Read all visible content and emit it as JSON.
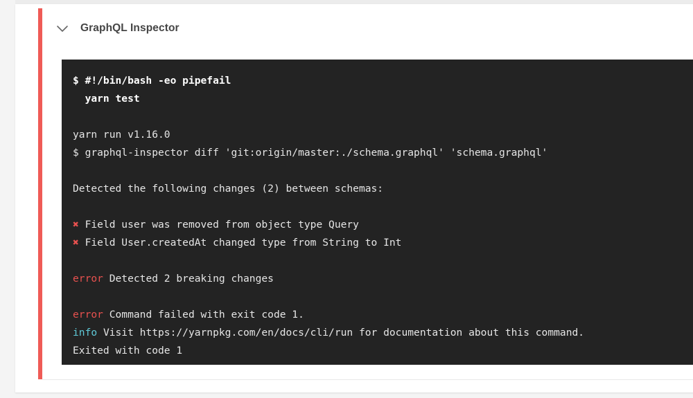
{
  "page": {
    "background_color": "#f4f4f4",
    "card_background": "#ffffff",
    "accent_color": "#ef5b56"
  },
  "header": {
    "toggle_icon": "chevron-down-icon",
    "title": "GraphQL Inspector"
  },
  "terminal": {
    "background_color": "#232323",
    "text_color": "#e6e6e6",
    "error_color": "#e8514f",
    "info_color": "#5fc9d8",
    "lines": [
      {
        "type": "command",
        "text": "$ #!/bin/bash -eo pipefail"
      },
      {
        "type": "command",
        "text": "  yarn test"
      },
      {
        "type": "blank",
        "text": ""
      },
      {
        "type": "plain",
        "text": "yarn run v1.16.0"
      },
      {
        "type": "plain",
        "text": "$ graphql-inspector diff 'git:origin/master:./schema.graphql' 'schema.graphql'"
      },
      {
        "type": "blank",
        "text": ""
      },
      {
        "type": "plain",
        "text": "Detected the following changes (2) between schemas:"
      },
      {
        "type": "blank",
        "text": ""
      },
      {
        "type": "change",
        "marker": "✖",
        "text": " Field user was removed from object type Query"
      },
      {
        "type": "change",
        "marker": "✖",
        "text": " Field User.createdAt changed type from String to Int"
      },
      {
        "type": "blank",
        "text": ""
      },
      {
        "type": "labeled",
        "label": "error",
        "label_color": "error",
        "text": " Detected 2 breaking changes"
      },
      {
        "type": "blank",
        "text": ""
      },
      {
        "type": "labeled",
        "label": "error",
        "label_color": "error",
        "text": " Command failed with exit code 1."
      },
      {
        "type": "labeled",
        "label": "info",
        "label_color": "info",
        "text": " Visit https://yarnpkg.com/en/docs/cli/run for documentation about this command."
      },
      {
        "type": "plain",
        "text": "Exited with code 1"
      }
    ]
  }
}
